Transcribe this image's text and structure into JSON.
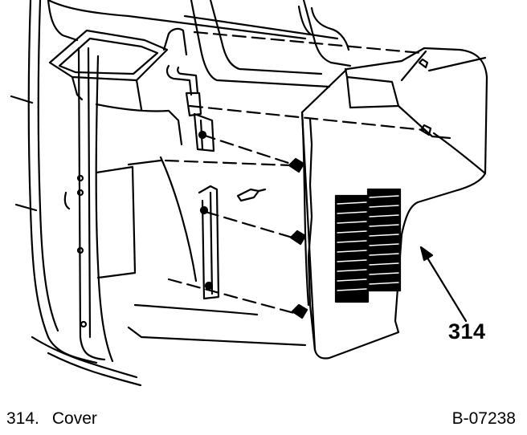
{
  "diagram": {
    "callout": "314",
    "legend": {
      "number": "314.",
      "label": "Cover"
    },
    "figure_id": "B-07238"
  }
}
